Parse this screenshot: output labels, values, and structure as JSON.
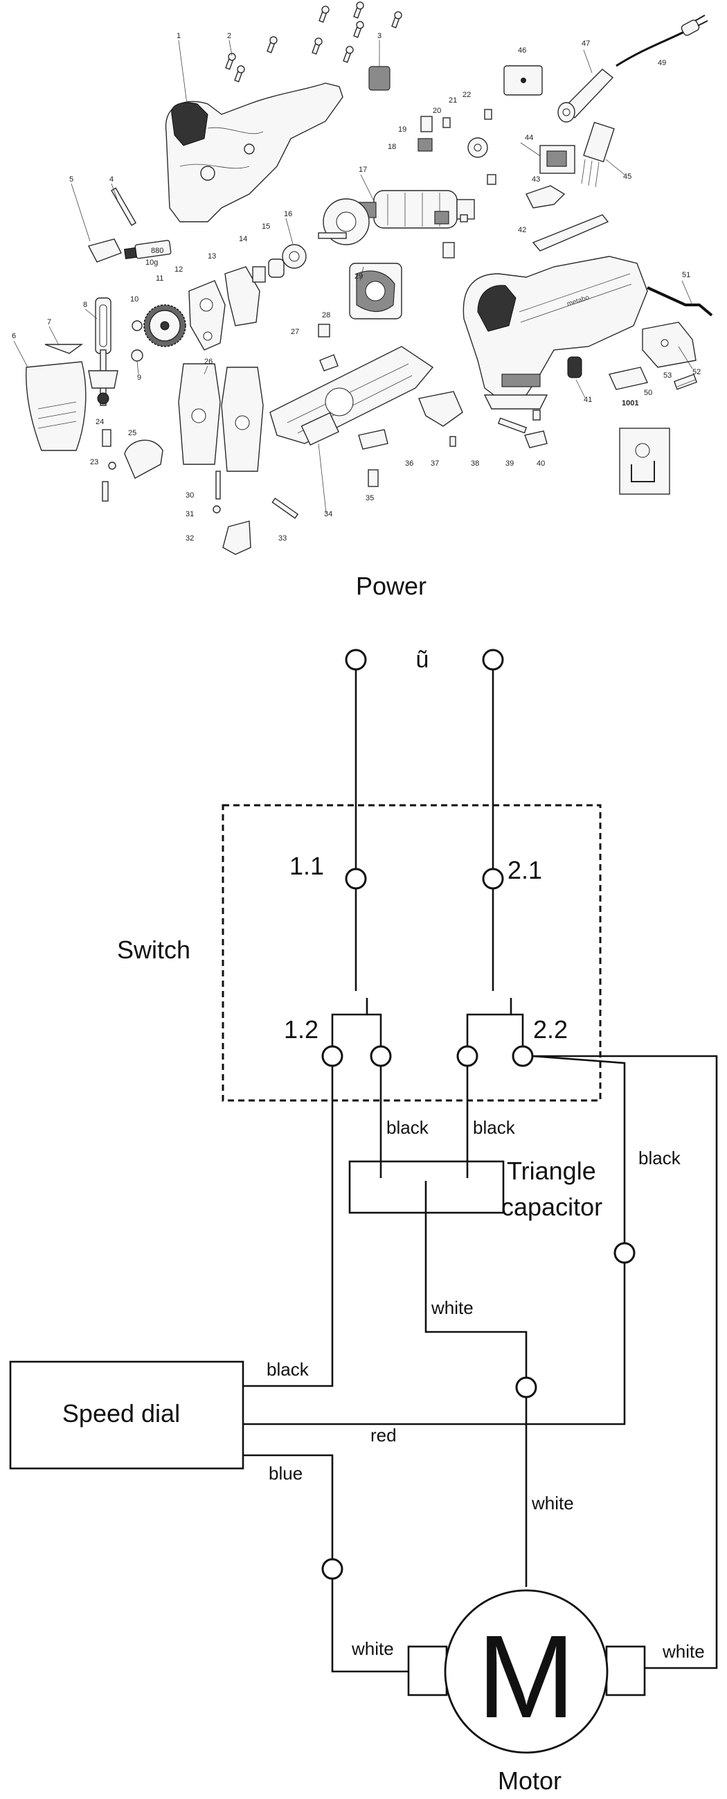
{
  "exploded_view": {
    "part_numbers": [
      "1",
      "2",
      "3",
      "4",
      "5",
      "6",
      "7",
      "8",
      "9",
      "10",
      "10g",
      "11",
      "12",
      "13",
      "14",
      "15",
      "16",
      "17",
      "18",
      "19",
      "20",
      "21",
      "22",
      "23",
      "24",
      "25",
      "26",
      "27",
      "28",
      "29",
      "30",
      "31",
      "32",
      "33",
      "34",
      "35",
      "36",
      "37",
      "38",
      "39",
      "40",
      "41",
      "42",
      "43",
      "44",
      "45",
      "46",
      "47",
      "49",
      "50",
      "51",
      "52",
      "53",
      "1001"
    ],
    "grease_tube_label": "880",
    "brand_text": "metabo"
  },
  "diagram": {
    "power_label": "Power",
    "ac_symbol": "ũ",
    "switch_label": "Switch",
    "terminals": {
      "t11": "1.1",
      "t21": "2.1",
      "t12": "1.2",
      "t22": "2.2"
    },
    "capacitor_label_line1": "Triangle",
    "capacitor_label_line2": "capacitor",
    "speed_dial_label": "Speed dial",
    "motor_symbol": "M",
    "motor_label": "Motor",
    "wire_labels": {
      "cap_left": "black",
      "cap_right": "black",
      "right_black": "black",
      "cap_white": "white",
      "dial_black": "black",
      "dial_red": "red",
      "dial_blue": "blue",
      "motor_white_center": "white",
      "motor_white_left": "white",
      "motor_white_right": "white"
    }
  }
}
